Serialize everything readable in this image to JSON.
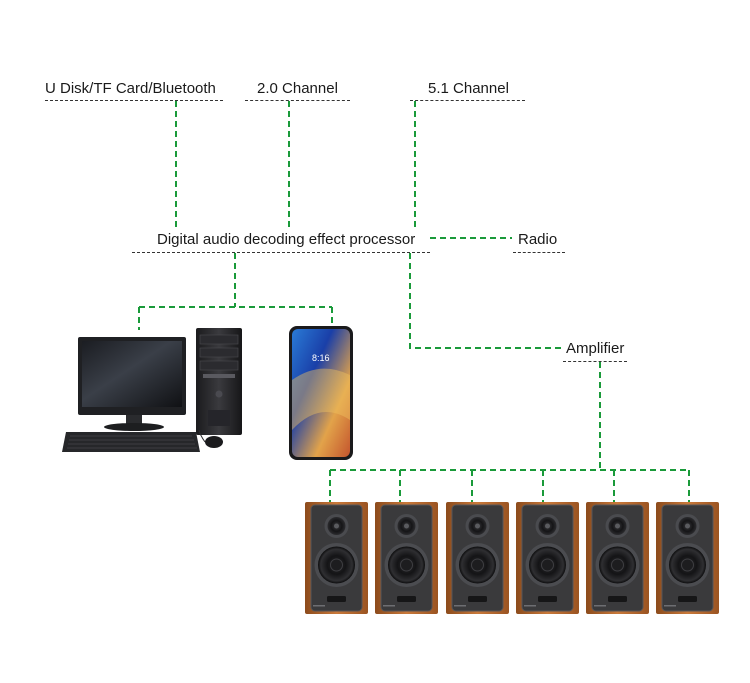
{
  "labels": {
    "source_usb": "U Disk/TF Card/Bluetooth",
    "channel_20": "2.0 Channel",
    "channel_51": "5.1 Channel",
    "processor": "Digital audio decoding effect processor",
    "radio": "Radio",
    "amplifier": "Amplifier"
  },
  "phone_screen": {
    "time": "8:16"
  },
  "colors": {
    "wire": "#1a9a3a",
    "underline": "#333333",
    "speaker_wood": "#b96a2a",
    "speaker_face": "#3a3a3c"
  },
  "icons": [
    "desktop-computer-icon",
    "smartphone-icon",
    "bookshelf-speaker-icon"
  ],
  "speaker_count": 6
}
